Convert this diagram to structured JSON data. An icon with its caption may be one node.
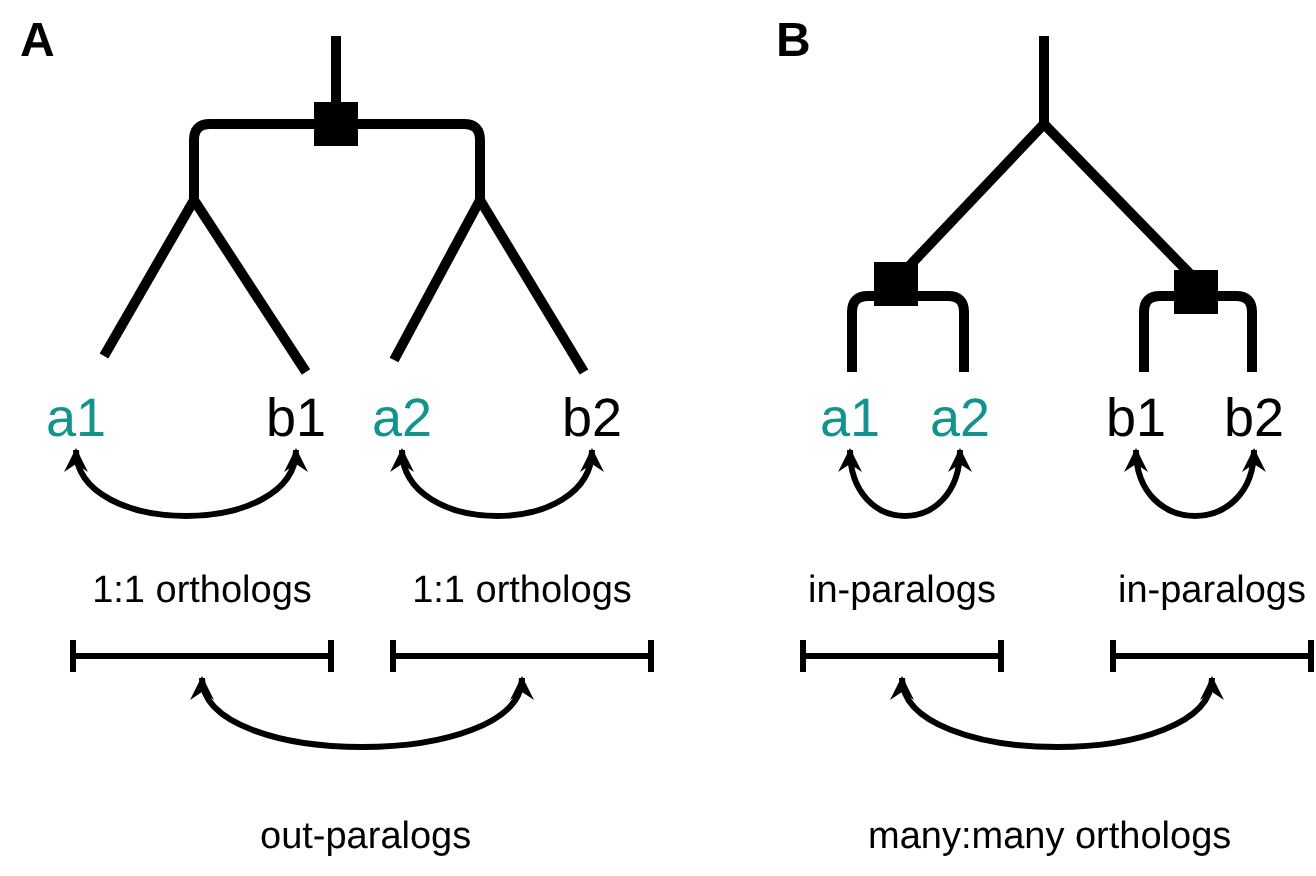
{
  "diagram": {
    "nodes": [
      {
        "text": [
          "a1"
        ]
      },
      {
        "text": [
          "b1"
        ]
      },
      {
        "text": [
          "a2"
        ]
      },
      {
        "text": [
          "b2"
        ]
      },
      {
        "text": [
          "1:1 orthologs"
        ]
      },
      {
        "text": [
          "1:1 orthologs"
        ]
      },
      {
        "text": [
          "a1"
        ]
      },
      {
        "text": [
          "a2"
        ]
      },
      {
        "text": [
          "b1"
        ]
      },
      {
        "text": [
          "b2"
        ]
      },
      {
        "text": [
          "in-paralogs"
        ]
      },
      {
        "text": [
          "in-paralogs"
        ]
      }
    ],
    "edges": [
      {
        "from": 0,
        "to": 1,
        "arrow": "both"
      },
      {
        "from": 2,
        "to": 3,
        "arrow": "both"
      },
      {
        "from": 4,
        "to": 5,
        "arrow": "both",
        "label": "out-paralogs"
      },
      {
        "from": 6,
        "to": 7,
        "arrow": "both"
      },
      {
        "from": 8,
        "to": 9,
        "arrow": "both"
      },
      {
        "from": 10,
        "to": 11,
        "arrow": "both",
        "label": "many:many orthologs"
      }
    ],
    "labels": [
      "A",
      "B"
    ]
  }
}
